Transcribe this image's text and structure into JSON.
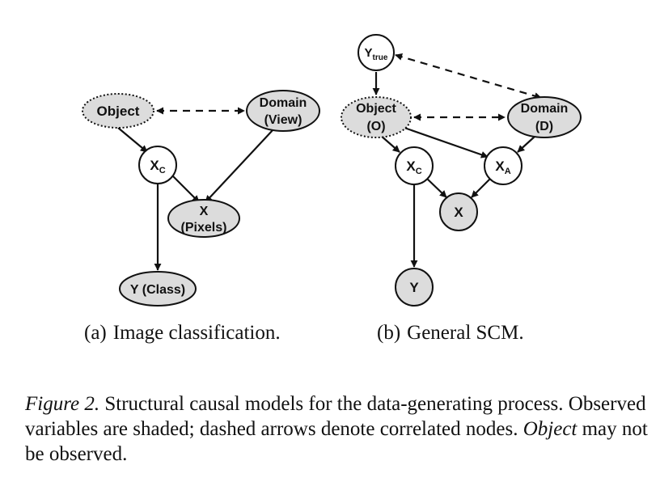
{
  "colors": {
    "shaded": "#dcdcdc",
    "stroke": "#111111",
    "background": "#ffffff"
  },
  "diagram_a": {
    "nodes": {
      "object": {
        "line1": "Object",
        "observed": false,
        "style": "dotted"
      },
      "domain": {
        "line1": "Domain",
        "line2": "(View)",
        "observed": true
      },
      "xc": {
        "main": "X",
        "sub": "C",
        "observed": false
      },
      "x": {
        "line1": "X",
        "line2": "(Pixels)",
        "observed": true
      },
      "y": {
        "line1": "Y (Class)",
        "observed": true
      }
    },
    "subcaption": {
      "tag": "(a)",
      "text": "Image classification."
    }
  },
  "diagram_b": {
    "nodes": {
      "ytrue": {
        "main": "Y",
        "sub": "true",
        "observed": false
      },
      "object": {
        "line1": "Object",
        "line2": "(O)",
        "observed": false,
        "style": "dotted"
      },
      "domain": {
        "line1": "Domain",
        "line2": "(D)",
        "observed": true
      },
      "xc": {
        "main": "X",
        "sub": "C",
        "observed": false
      },
      "xa": {
        "main": "X",
        "sub": "A",
        "observed": false
      },
      "x": {
        "line1": "X",
        "observed": true
      },
      "y": {
        "line1": "Y",
        "observed": true
      }
    },
    "subcaption": {
      "tag": "(b)",
      "text": "General SCM."
    }
  },
  "caption": {
    "label": "Figure 2.",
    "text1": " Structural causal models for the data-generating process. Observed variables are shaded; dashed arrows denote correlated nodes. ",
    "emph": "Object",
    "text2": " may not be observed."
  }
}
